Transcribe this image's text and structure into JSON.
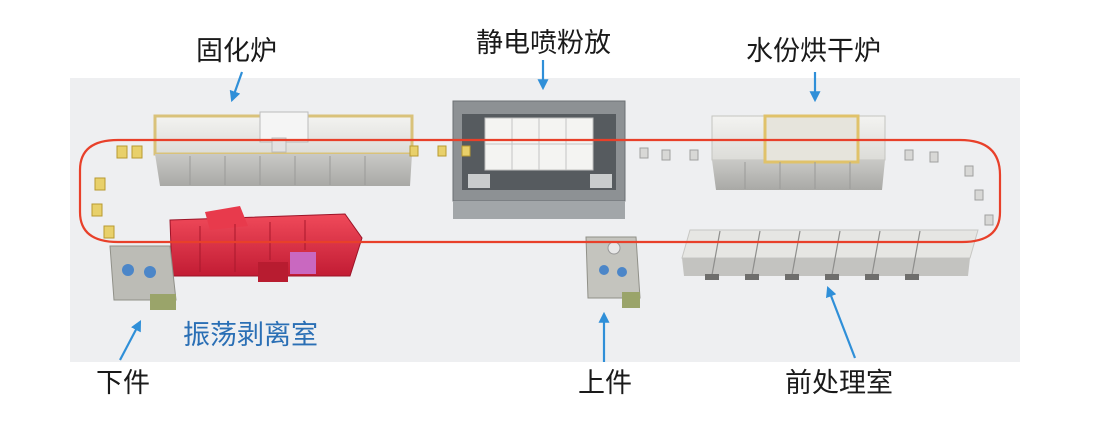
{
  "labels": {
    "curing_oven": "固化炉",
    "electrostatic_spray": "静电喷粉放",
    "moisture_dryer": "水份烘干炉",
    "vibration_strip": "振荡剥离室",
    "unload": "下件",
    "load": "上件",
    "pretreatment": "前处理室"
  },
  "colors": {
    "conveyor_loop": "#e8402a",
    "stripping_room": "#d8283c",
    "label_text": "#1a1a1a",
    "highlight_label": "#2a6fb5",
    "arrow": "#2f8fd8",
    "floor": "#eeeff1"
  }
}
